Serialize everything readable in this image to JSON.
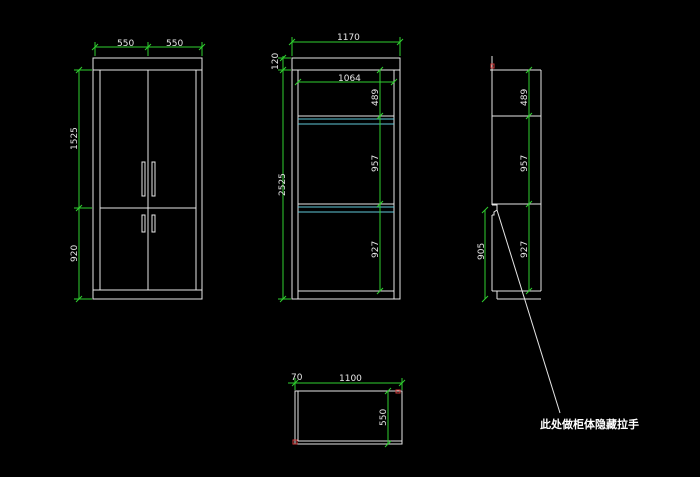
{
  "drawing": {
    "front_view": {
      "width_left": "550",
      "width_right": "550",
      "height_upper": "1525",
      "height_lower": "920"
    },
    "section_view": {
      "overall_width": "1170",
      "top_height": "120",
      "inner_width": "1064",
      "total_height": "2525",
      "shelf_1": "489",
      "shelf_2": "957",
      "shelf_3": "927"
    },
    "side_view": {
      "shelf_1": "489",
      "shelf_2": "957",
      "shelf_3": "927",
      "lower_height": "905"
    },
    "plan_view": {
      "left_offset": "70",
      "width": "1100",
      "depth": "550"
    },
    "annotation": {
      "note": "此处做柜体隐藏拉手"
    }
  }
}
